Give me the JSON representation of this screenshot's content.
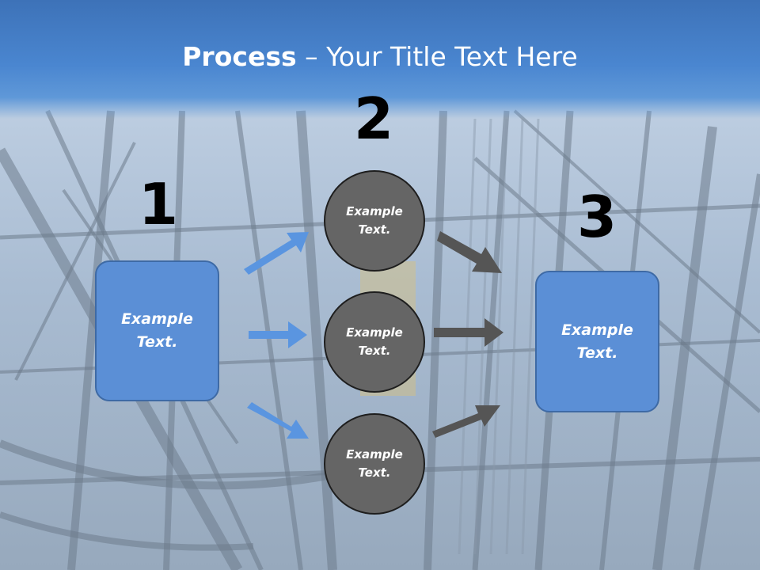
{
  "title": {
    "bold": "Process",
    "rest": " – Your Title Text Here"
  },
  "steps": {
    "n1": "1",
    "n2": "2",
    "n3": "3"
  },
  "left_box": {
    "line1": "Example",
    "line2": "Text."
  },
  "right_box": {
    "line1": "Example",
    "line2": "Text."
  },
  "circles": [
    {
      "line1": "Example",
      "line2": "Text."
    },
    {
      "line1": "Example",
      "line2": "Text."
    },
    {
      "line1": "Example",
      "line2": "Text."
    }
  ],
  "colors": {
    "header_blue": "#4a86d0",
    "box_fill": "#5b8fd6",
    "circle_fill": "#656565",
    "blue_arrow": "#5a95e0",
    "gray_arrow": "#555555"
  }
}
